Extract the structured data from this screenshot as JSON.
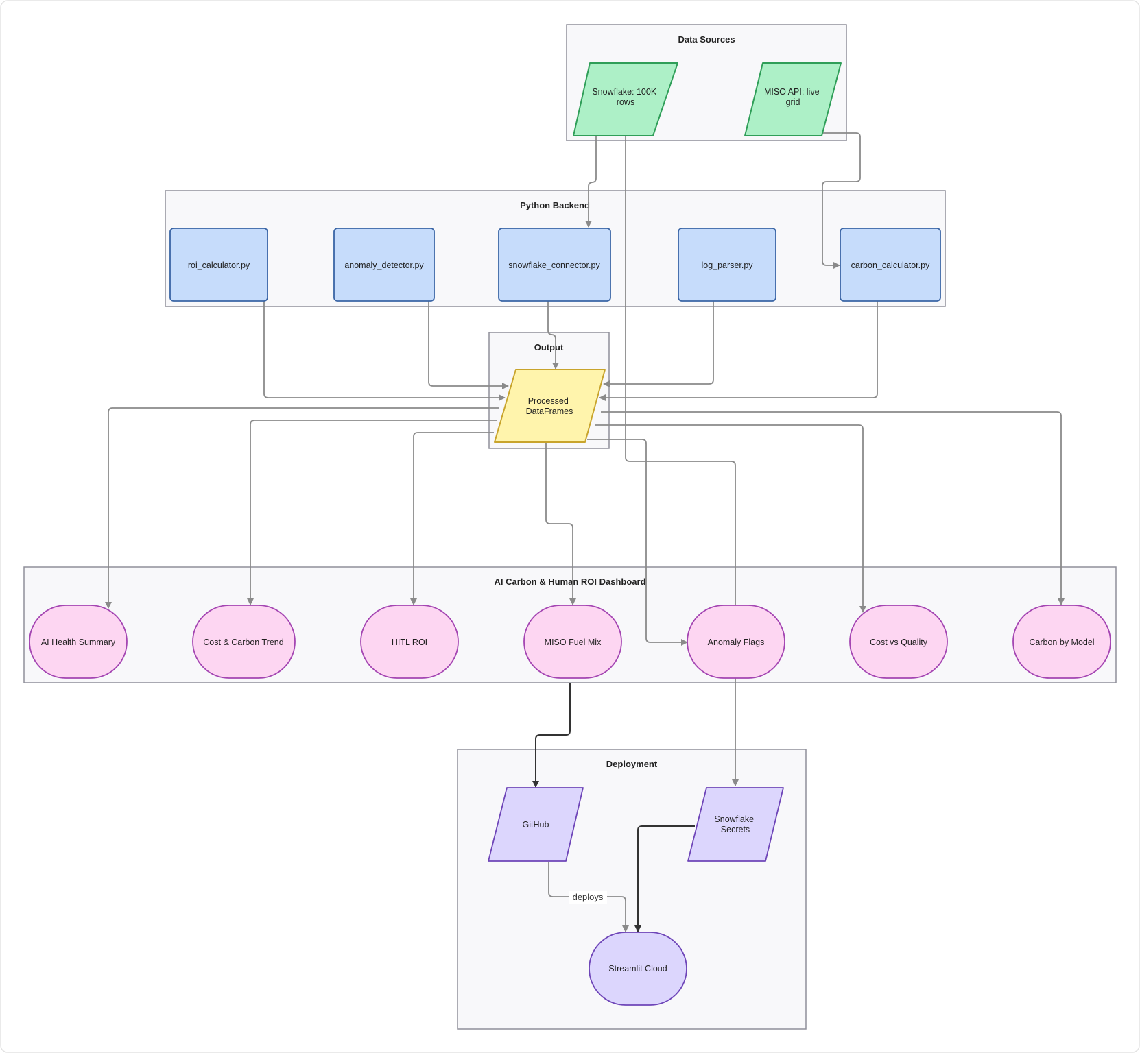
{
  "colors": {
    "group_fill": "#f8f8fa",
    "group_stroke": "#8f8f9a",
    "edge_gray": "#8a8a8a",
    "edge_dark": "#333333",
    "source_fill": "#adf0c7",
    "source_stroke": "#2f9e58",
    "backend_fill": "#c6dcfb",
    "backend_stroke": "#3a65a5",
    "output_fill": "#fff4ac",
    "output_stroke": "#c8a42c",
    "dashboard_fill": "#fdd6f2",
    "dashboard_stroke": "#a445b2",
    "deploy_fill": "#dcd6fd",
    "deploy_stroke": "#6e45b8"
  },
  "groups": {
    "data_sources": "Data Sources",
    "python_backend": "Python Backend",
    "output": "Output",
    "dashboard": "AI Carbon & Human ROI Dashboard",
    "deployment": "Deployment"
  },
  "nodes": {
    "snowflake": [
      "Snowflake: 100K",
      "rows"
    ],
    "miso_api": [
      "MISO API: live",
      "grid"
    ],
    "roi_calculator": [
      "roi_calculator.py"
    ],
    "anomaly_detector": [
      "anomaly_detector.py"
    ],
    "snowflake_connector": [
      "snowflake_connector.py"
    ],
    "log_parser": [
      "log_parser.py"
    ],
    "carbon_calculator": [
      "carbon_calculator.py"
    ],
    "processed_dataframes": [
      "Processed",
      "DataFrames"
    ],
    "ai_health_summary": [
      "AI Health Summary"
    ],
    "cost_carbon_trend": [
      "Cost & Carbon Trend"
    ],
    "hitl_roi": [
      "HITL ROI"
    ],
    "miso_fuel_mix": [
      "MISO Fuel Mix"
    ],
    "anomaly_flags": [
      "Anomaly Flags"
    ],
    "cost_vs_quality": [
      "Cost vs Quality"
    ],
    "carbon_by_model": [
      "Carbon by Model"
    ],
    "github": [
      "GitHub"
    ],
    "snowflake_secrets": [
      "Snowflake",
      "Secrets"
    ],
    "streamlit_cloud": [
      "Streamlit Cloud"
    ]
  },
  "edge_labels": {
    "deploys": "deploys"
  }
}
